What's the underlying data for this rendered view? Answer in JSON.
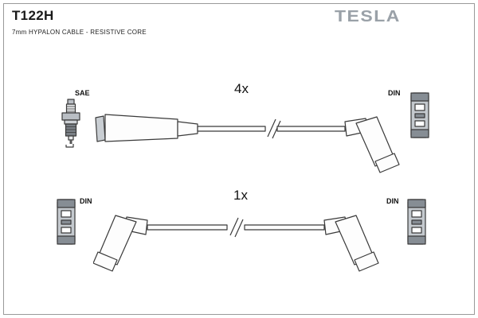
{
  "page": {
    "title": "T122H",
    "subtitle": "7mm HYPALON CABLE - RESISTIVE CORE",
    "brand": "TESLA"
  },
  "rows": {
    "top": {
      "quantity": "4x",
      "left_connector_label": "SAE",
      "right_connector_label": "DIN"
    },
    "bottom": {
      "quantity": "1x",
      "left_connector_label": "DIN",
      "right_connector_label": "DIN"
    }
  },
  "icons": {
    "left_top": "spark-plug-icon",
    "right_top": "din-connector-icon",
    "left_bottom": "din-connector-icon",
    "right_bottom": "din-connector-icon"
  },
  "colors": {
    "line": "#3a3a3a",
    "brand_gray": "#9aa1a8",
    "metal_gray": "#b9bec4",
    "dark_gray": "#7a8086"
  }
}
